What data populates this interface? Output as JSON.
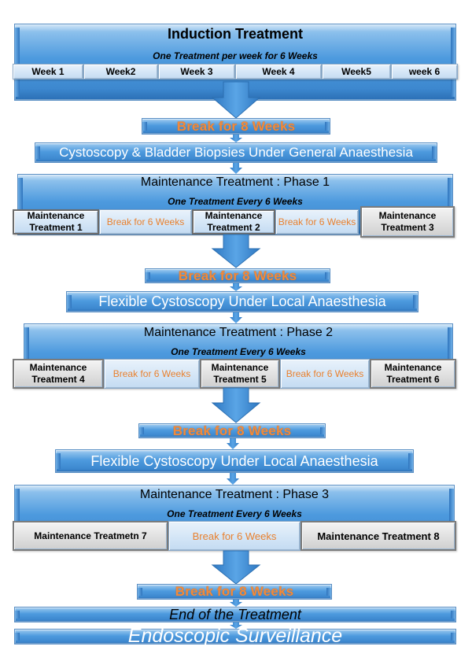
{
  "induction": {
    "title": "Induction Treatment",
    "subtitle": "One  Treatment per week for 6 Weeks",
    "weeks": [
      "Week 1",
      "Week2",
      "Week 3",
      "Week  4",
      "Week5",
      "week 6"
    ]
  },
  "break1": "Break for 8 Weeks",
  "cystoscopy_general": "Cystoscopy & Bladder Biopsies Under General Anaesthesia",
  "phase1": {
    "title": "Maintenance Treatment : Phase 1",
    "subtitle": "One Treatment Every 6 Weeks",
    "boxes": [
      "Maintenance Treatment 1",
      "Break for 6 Weeks",
      "Maintenance Treatment 2",
      "Break  for 6 Weeks",
      "Maintenance Treatment 3"
    ]
  },
  "break2": "Break for 8 Weeks",
  "flex1": "Flexible Cystoscopy Under Local Anaesthesia",
  "phase2": {
    "title": "Maintenance Treatment : Phase 2",
    "subtitle": "One Treatment Every 6 Weeks",
    "boxes": [
      "Maintenance Treatment  4",
      "Break for 6 Weeks",
      "Maintenance Treatment 5",
      "Break  for 6 Weeks",
      "Maintenance Treatment 6"
    ]
  },
  "break3": "Break for 8 Weeks",
  "flex2": "Flexible Cystoscopy Under Local Anaesthesia",
  "phase3": {
    "title": "Maintenance Treatment : Phase 3",
    "subtitle": "One Treatment Every 6 Weeks",
    "boxes": [
      "Maintenance Treatmetn 7",
      "Break  for 6 Weeks",
      "Maintenance Treatment 8"
    ]
  },
  "break4": "Break for 8 Weeks",
  "end": "End of the Treatment",
  "surveillance": "Endoscopic Surveillance"
}
